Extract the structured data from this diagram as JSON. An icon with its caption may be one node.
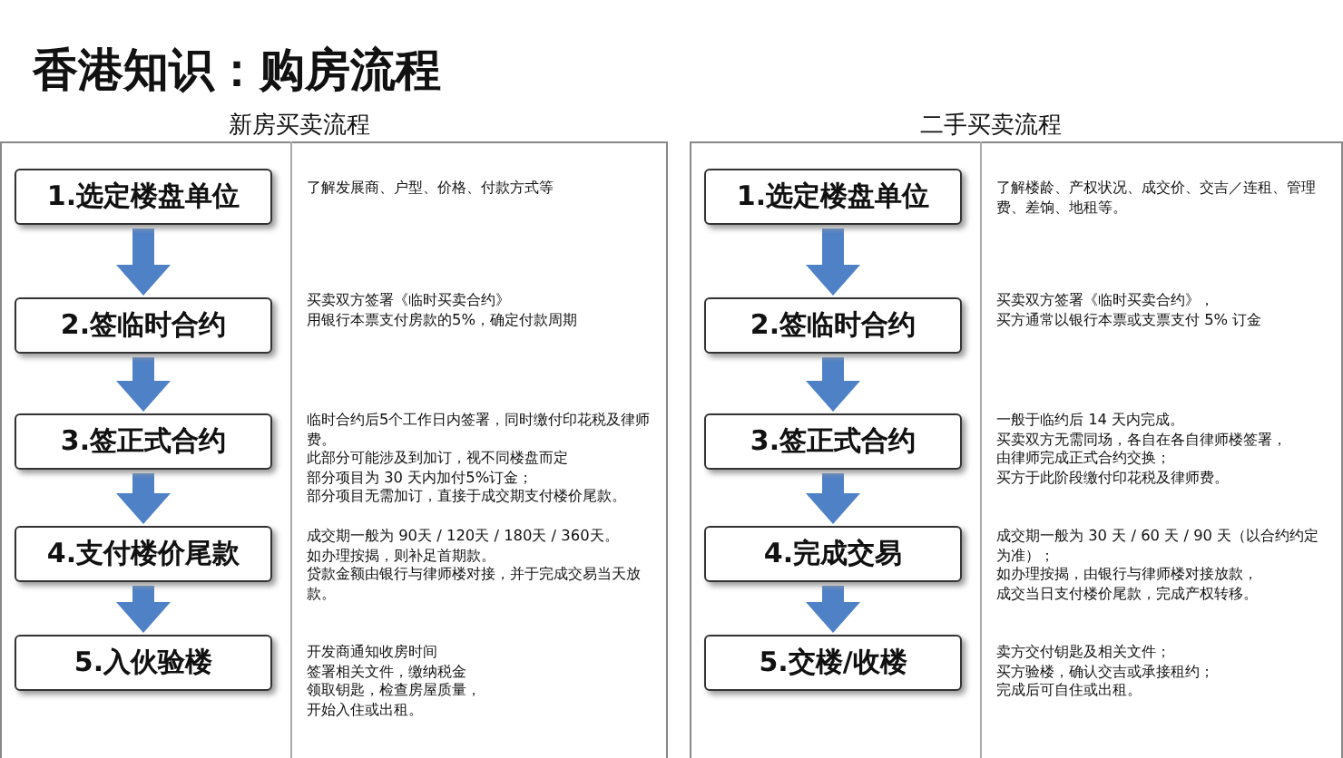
{
  "diagram": {
    "title": "香港知识：购房流程",
    "nodes": [
      {
        "text": [
          "新房买卖流程"
        ]
      },
      {
        "text": [
          "1.选定楼盘单位"
        ],
        "in": 0,
        "beside": [
          "了解发展商、户型、价格、付款方式等"
        ]
      },
      {
        "text": [
          "2.签临时合约"
        ],
        "in": 0,
        "beside": [
          "买卖双方签署《临时买卖合约》",
          "用银行本票支付房款的5%，确定付款周期"
        ]
      },
      {
        "text": [
          "3.签正式合约"
        ],
        "in": 0,
        "beside": [
          "临时合约后5个工作日内签署，同时缴付印花税及律师费。",
          "此部分可能涉及到加订，视不同楼盘而定",
          "部分项目为 30 天内加付5%订金；",
          "部分项目无需加订，直接于成交期支付楼价尾款。"
        ]
      },
      {
        "text": [
          "4.支付楼价尾款"
        ],
        "in": 0,
        "beside": [
          "成交期一般为 90天 / 120天 / 180天 / 360天。",
          "如办理按揭，则补足首期款。",
          "贷款金额由银行与律师楼对接，并于完成交易当天放款。"
        ]
      },
      {
        "text": [
          "5.入伙验楼"
        ],
        "in": 0,
        "beside": [
          "开发商通知收房时间",
          "签署相关文件，缴纳税金",
          "领取钥匙，检查房屋质量，",
          "开始入住或出租。"
        ]
      },
      {
        "text": [
          "二手买卖流程"
        ]
      },
      {
        "text": [
          "1.选定楼盘单位"
        ],
        "in": 6,
        "beside": [
          "了解楼龄、产权状况、成交价、交吉／连租、管理费、差饷、地租等。"
        ]
      },
      {
        "text": [
          "2.签临时合约"
        ],
        "in": 6,
        "beside": [
          "买卖双方签署《临时买卖合约》，",
          "买方通常以银行本票或支票支付 5% 订金"
        ]
      },
      {
        "text": [
          "3.签正式合约"
        ],
        "in": 6,
        "beside": [
          "一般于临约后 14 天内完成。",
          "买卖双方无需同场，各自在各自律师楼签署，",
          "由律师完成正式合约交换；",
          "买方于此阶段缴付印花税及律师费。"
        ]
      },
      {
        "text": [
          "4.完成交易"
        ],
        "in": 6,
        "beside": [
          "成交期一般为 30 天 / 60 天 / 90 天（以合约约定为准）；",
          "如办理按揭，由银行与律师楼对接放款，",
          "成交当日支付楼价尾款，完成产权转移。"
        ]
      },
      {
        "text": [
          "5.交楼/收楼"
        ],
        "in": 6,
        "beside": [
          "卖方交付钥匙及相关文件；",
          "买方验楼，确认交吉或承接租约；",
          "完成后可自住或出租。"
        ]
      }
    ],
    "edges": [
      {
        "from": 1,
        "to": 2,
        "arrow": "to"
      },
      {
        "from": 2,
        "to": 3,
        "arrow": "to"
      },
      {
        "from": 3,
        "to": 4,
        "arrow": "to"
      },
      {
        "from": 4,
        "to": 5,
        "arrow": "to"
      },
      {
        "from": 7,
        "to": 8,
        "arrow": "to"
      },
      {
        "from": 8,
        "to": 9,
        "arrow": "to"
      },
      {
        "from": 9,
        "to": 10,
        "arrow": "to"
      },
      {
        "from": 10,
        "to": 11,
        "arrow": "to"
      }
    ]
  }
}
